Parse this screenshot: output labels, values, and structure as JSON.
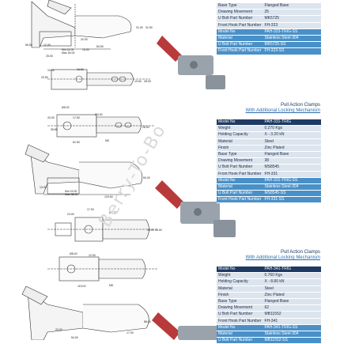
{
  "watermark": "Berry-To-Bo",
  "top_table": {
    "rows": [
      {
        "k": "Base Type",
        "v": "Flanged Base",
        "style": "std"
      },
      {
        "k": "Drawing Movement",
        "v": "25",
        "style": "std"
      },
      {
        "k": "U Bolt Part Number",
        "v": "MK5725",
        "style": "std"
      },
      {
        "k": "Front Hook Part Number",
        "v": "FH-323",
        "style": "std"
      },
      {
        "k": "Model No",
        "v": "PAH-323-TRIG-SS",
        "style": "ss"
      },
      {
        "k": "Material",
        "v": "Stainless Steel-304",
        "style": "ss"
      },
      {
        "k": "U Bolt Part Number",
        "v": "MK5725-SS",
        "style": "ss"
      },
      {
        "k": "Front Hook Part Number",
        "v": "FH-323-SS",
        "style": "ss"
      }
    ]
  },
  "section2": {
    "title": "Pull Action Clamps",
    "subtitle": "With Additional Locking Mechanism",
    "rows": [
      {
        "k": "Model No",
        "v": "PAH-331-TRIG",
        "style": "hd"
      },
      {
        "k": "Weight",
        "v": "0.270 Kgs",
        "style": "std"
      },
      {
        "k": "Holding Capacity",
        "v": "X - 3.20 kN",
        "style": "std"
      },
      {
        "k": "Material",
        "v": "Steel",
        "style": "std"
      },
      {
        "k": "Finish",
        "v": "Zinc Plated",
        "style": "std"
      },
      {
        "k": "Base Type",
        "v": "Flanged Base",
        "style": "std"
      },
      {
        "k": "Drawing Movement",
        "v": "38",
        "style": "std"
      },
      {
        "k": "U Bolt Part Number",
        "v": "MS8545",
        "style": "std"
      },
      {
        "k": "Front Hook Part Number",
        "v": "FH-331",
        "style": "std"
      },
      {
        "k": "Model No",
        "v": "PAH-331-TRIG-SS",
        "style": "ss"
      },
      {
        "k": "Material",
        "v": "Stainless Steel-304",
        "style": "ss"
      },
      {
        "k": "U Bolt Part Number",
        "v": "MS8545-SS",
        "style": "ss"
      },
      {
        "k": "Front Hook Part Number",
        "v": "FH-331-SS",
        "style": "ss"
      }
    ]
  },
  "section3": {
    "title": "Pull Action Clamps",
    "subtitle": "With Additional Locking Mechanism",
    "rows": [
      {
        "k": "Model No",
        "v": "PAH-341-TRIG",
        "style": "hd"
      },
      {
        "k": "Weight",
        "v": "0.760 Kgs",
        "style": "std"
      },
      {
        "k": "Holding Capacity",
        "v": "X - 8.80 kN",
        "style": "std"
      },
      {
        "k": "Material",
        "v": "Steel",
        "style": "std"
      },
      {
        "k": "Finish",
        "v": "Zinc Plated",
        "style": "std"
      },
      {
        "k": "Base Type",
        "v": "Flanged Base",
        "style": "std"
      },
      {
        "k": "Drawing Movement",
        "v": "62",
        "style": "std"
      },
      {
        "k": "U Bolt Part Number",
        "v": "MB11552",
        "style": "std"
      },
      {
        "k": "Front Hook Part Number",
        "v": "FH-341",
        "style": "std"
      },
      {
        "k": "Model No",
        "v": "PAH-341-TRIG-SS",
        "style": "ss"
      },
      {
        "k": "Material",
        "v": "Stainless Steel-304",
        "style": "ss"
      },
      {
        "k": "U Bolt Part Number",
        "v": "MB11552-SS",
        "style": "ss"
      }
    ]
  },
  "dimensions": {
    "d1": "31.00",
    "d2": "31.50",
    "d3": "84.50",
    "d4": "12.00",
    "d5": "25.00",
    "d6": "Min 14.00",
    "d7": "Max 25.00",
    "d8": "20.00",
    "d9": "56.50",
    "d10": "15.00",
    "d11": "10.00",
    "d12": "16.50",
    "d13": "20.50",
    "d14": "19.50",
    "d15": "28.00",
    "d16": "Ø5.00",
    "d17": "20.00",
    "d18": "17.00",
    "d19": "M5",
    "d20": "28.00",
    "d21": "35.80",
    "d22": "81.50",
    "d23": "Ø4.30",
    "d24": "50.00",
    "d25": "Min 19.00",
    "d26": "Max 38.00",
    "d27": "129.50",
    "d28": "13.00",
    "d29": "17.00",
    "d30": "Ø6.70",
    "d31": "24.00",
    "d32": "40.50",
    "d33": "45.00",
    "d34": "Ø8.40",
    "d35": "12.00",
    "d36": "115.00",
    "d37": "M8",
    "d38": "88.00",
    "d39": "17.00",
    "d40": "23.00",
    "d41": "54.00"
  },
  "colors": {
    "header": "#1f3a63",
    "std": "#dce4ee",
    "ss": "#4a90c8",
    "handle": "#b83a3a",
    "metal": "#9aa3ab"
  }
}
